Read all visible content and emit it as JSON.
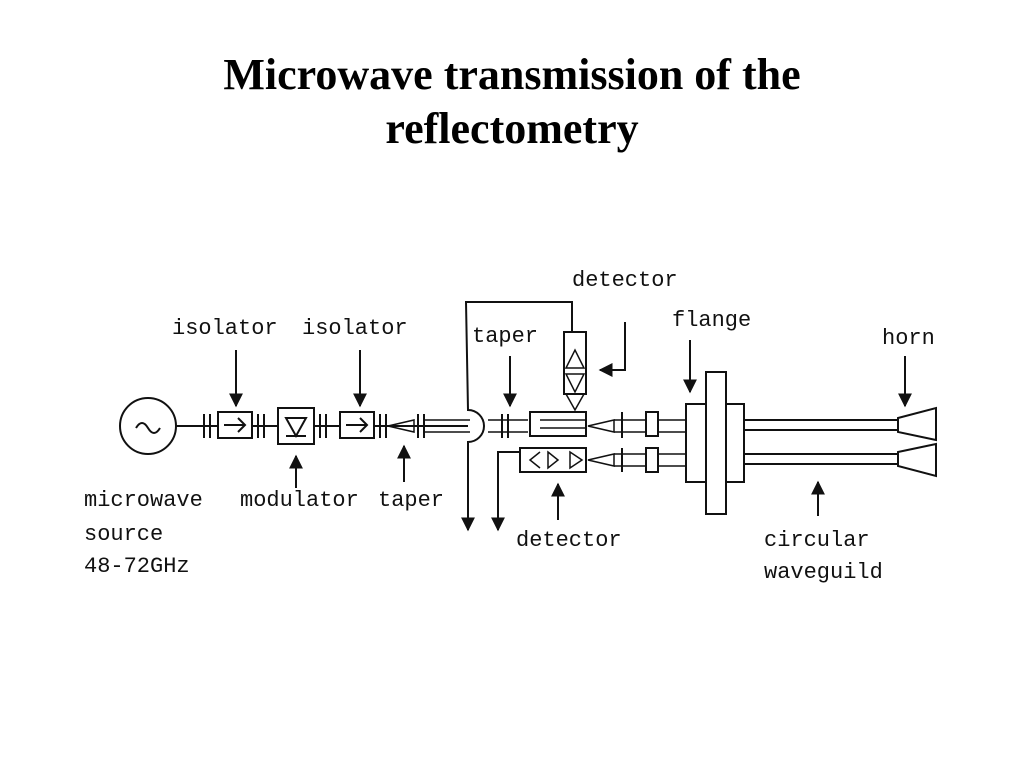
{
  "slide": {
    "title_line1": "Microwave transmission of the",
    "title_line2": "reflectometry"
  },
  "labels": {
    "isolator_1": "isolator",
    "isolator_2": "isolator",
    "taper_top": "taper",
    "detector_top": "detector",
    "flange": "flange",
    "horn": "horn",
    "source_line1": "microwave",
    "source_line2": "source",
    "source_line3": "48-72GHz",
    "modulator": "modulator",
    "taper_bottom": "taper",
    "detector_bottom": "detector",
    "waveguide_line1": "circular",
    "waveguide_line2": "waveguild"
  },
  "colors": {
    "ink": "#111111",
    "background": "#ffffff"
  }
}
